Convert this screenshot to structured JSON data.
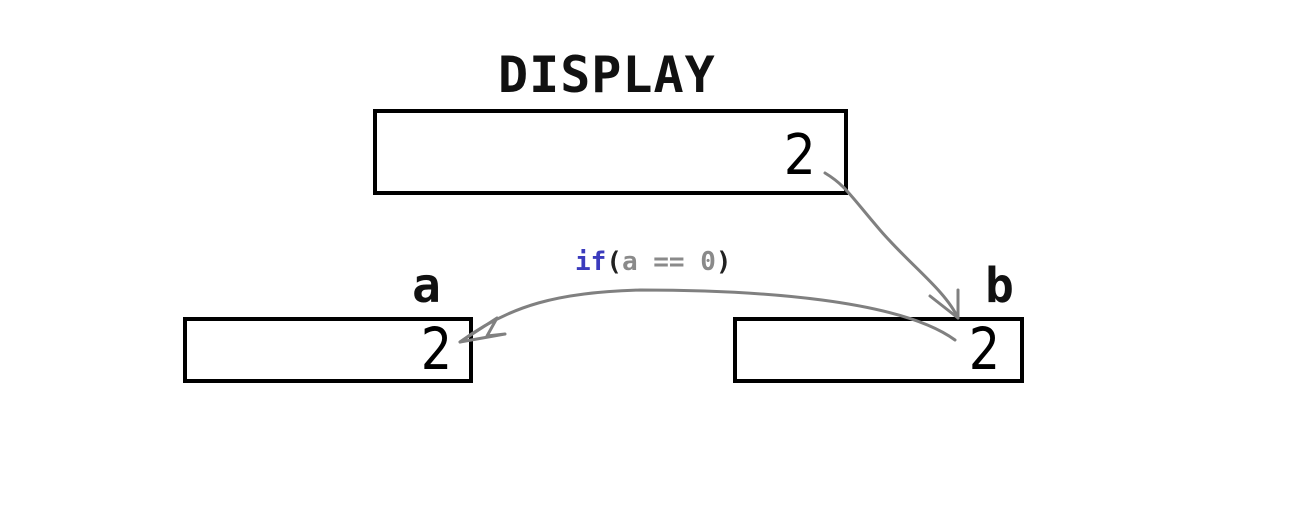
{
  "display": {
    "title": "DISPLAY",
    "value": "2"
  },
  "variable_a": {
    "label": "a",
    "value": "2"
  },
  "variable_b": {
    "label": "b",
    "value": "2"
  },
  "condition": {
    "keyword": "if",
    "paren_open": "(",
    "expression": "a == 0",
    "paren_close": ")"
  },
  "colors": {
    "border": "#000000",
    "arrow": "#808080",
    "keyword": "#3b3bbd",
    "expression": "#8a8a8a"
  },
  "icons": [
    "arrow-display-to-b-icon",
    "arrow-b-to-a-icon"
  ]
}
